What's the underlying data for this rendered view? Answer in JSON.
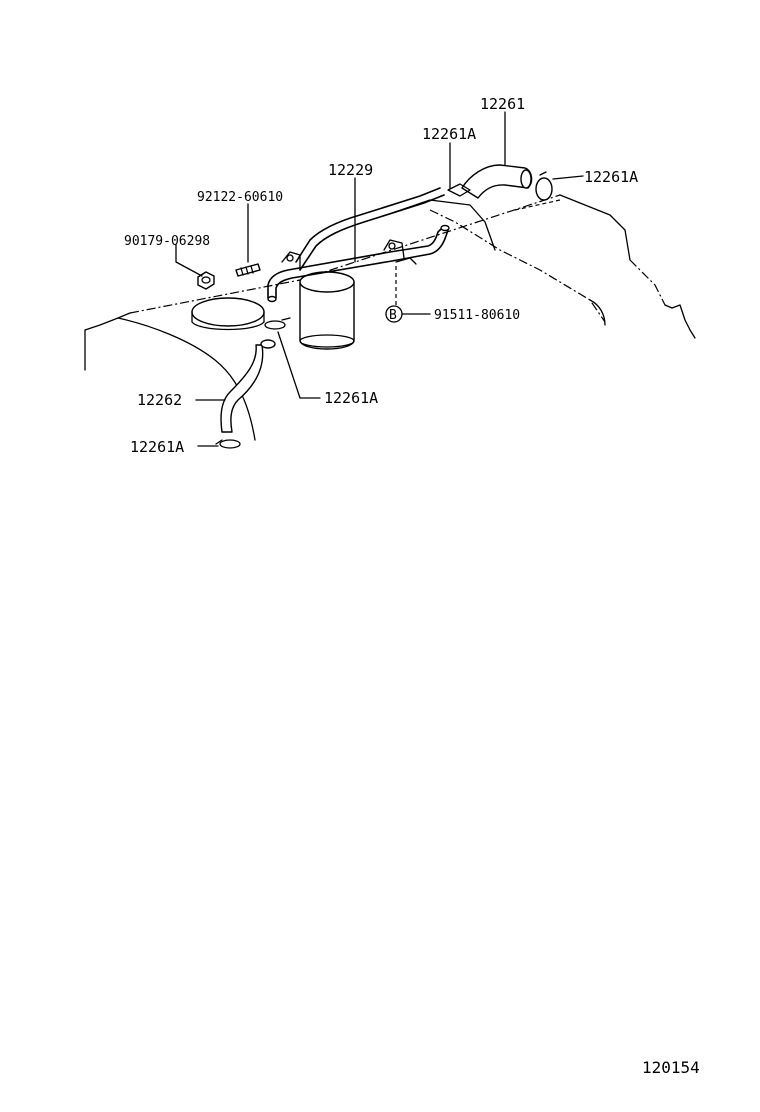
{
  "labels": {
    "p12261": "12261",
    "p12261A_top": "12261A",
    "p12261A_right": "12261A",
    "p12229": "12229",
    "p92122": "92122-60610",
    "p90179": "90179-06298",
    "p91511": "91511-80610",
    "p91511_marker": "B",
    "p12262": "12262",
    "p12261A_mid": "12261A",
    "p12261A_bottom": "12261A"
  },
  "reference_number": "120154"
}
